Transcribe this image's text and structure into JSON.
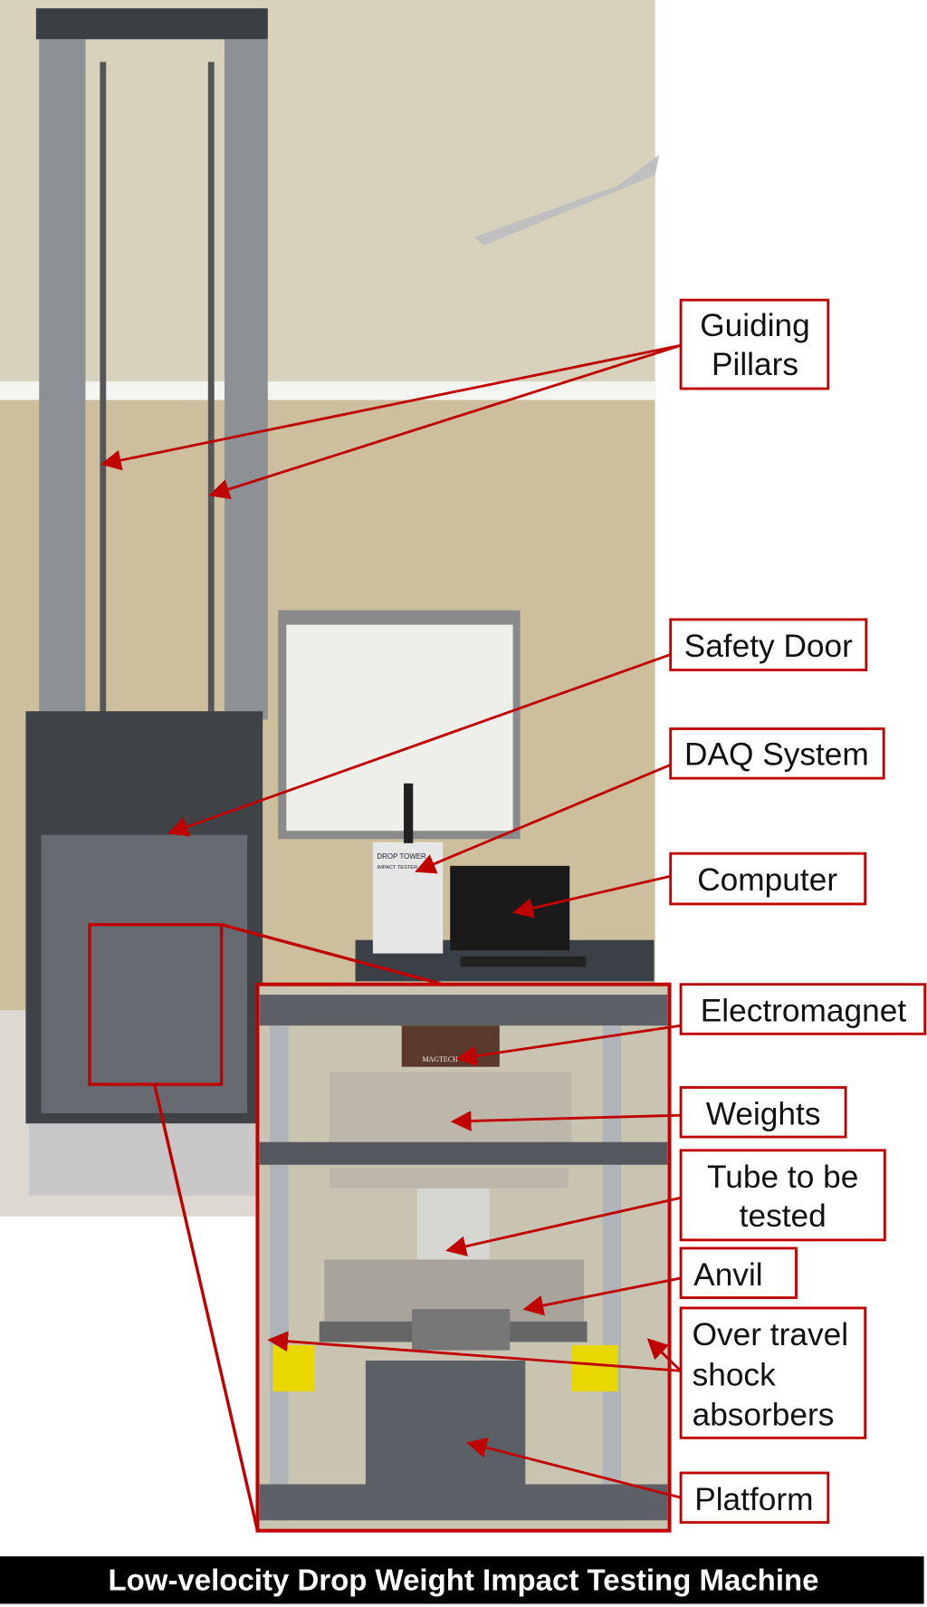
{
  "labels": {
    "guiding_pillars": [
      "Guiding",
      "Pillars"
    ],
    "safety_door": "Safety Door",
    "daq_system": "DAQ System",
    "computer": "Computer",
    "electromagnet": "Electromagnet",
    "weights": "Weights",
    "tube": [
      "Tube to be",
      "tested"
    ],
    "anvil": "Anvil",
    "shock_absorbers": [
      "Over travel",
      "shock",
      "absorbers"
    ],
    "platform": "Platform"
  },
  "photo_text": {
    "panel": "DROP TOWER",
    "panel_sub": "IMPACT TESTER",
    "magnet": "MAGTECH"
  },
  "caption": "Low-velocity Drop Weight Impact Testing Machine",
  "colors": {
    "annotation": "#c00000",
    "caption_bg": "#000000"
  }
}
